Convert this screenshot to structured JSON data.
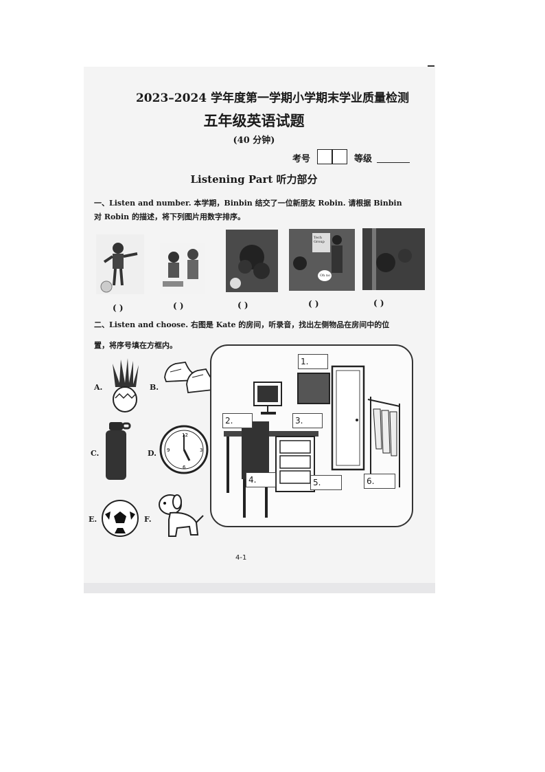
{
  "header": {
    "title": "2023–2024 学年度第一学期小学期末学业质量检测",
    "subtitle": "五年级英语试题",
    "duration": "(40 分钟)",
    "exam_no_label": "考号",
    "grade_label": "等级"
  },
  "section_title": "Listening Part  听力部分",
  "q1": {
    "line1": "一、Listen and number. 本学期，Binbin 结交了一位新朋友 Robin. 请根据 Binbin",
    "line2": "对 Robin 的描述，将下列图片用数字排序。",
    "parens": [
      "(    )",
      "(    )",
      "(    )",
      "(    )",
      "(    )"
    ],
    "sign_text": "Tech Group",
    "bubble_text": "Oh no"
  },
  "q2": {
    "line1": "二、Listen and choose. 右图是 Kate 的房间，听录音，找出左侧物品在房间中的位",
    "line2": "置，将序号填在方框内。",
    "options": [
      {
        "letter": "A.",
        "icon": "plant-icon"
      },
      {
        "letter": "B.",
        "icon": "sneakers-icon"
      },
      {
        "letter": "C.",
        "icon": "thermos-bottle-icon"
      },
      {
        "letter": "D.",
        "icon": "clock-icon"
      },
      {
        "letter": "E.",
        "icon": "soccer-ball-icon"
      },
      {
        "letter": "F.",
        "icon": "toy-dog-icon"
      }
    ],
    "room_labels": [
      "1.",
      "2.",
      "3.",
      "4.",
      "5.",
      "6."
    ]
  },
  "footer": {
    "page_number": "4-1"
  }
}
